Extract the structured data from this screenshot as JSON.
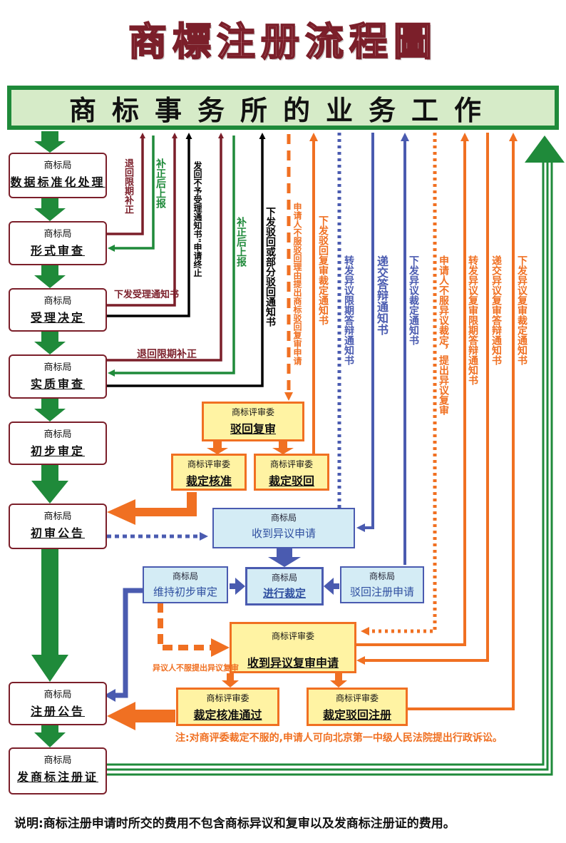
{
  "title": "商標注册流程圖",
  "banner": "商标事务所的业务工作",
  "colors": {
    "green": "#1f8a3a",
    "maroon": "#7b1f2a",
    "orange": "#f07022",
    "blue": "#4a5bb0",
    "black": "#000000",
    "banner_bg": "#d6ebc8",
    "yellow_box": "#fff3a3",
    "blue_box": "#d4ecf5"
  },
  "left_steps": [
    {
      "org": "商标局",
      "name": "数据标准化处理"
    },
    {
      "org": "商标局",
      "name": "形式审查"
    },
    {
      "org": "商标局",
      "name": "受理决定"
    },
    {
      "org": "商标局",
      "name": "实质审查"
    },
    {
      "org": "商标局",
      "name": "初步审定"
    },
    {
      "org": "商标局",
      "name": "初审公告"
    },
    {
      "org": "商标局",
      "name": "注册公告"
    },
    {
      "org": "商标局",
      "name": "发商标注册证"
    }
  ],
  "review_boxes": {
    "reject_review": {
      "org": "商标评审委",
      "name": "驳回复审"
    },
    "approve": {
      "org": "商标评审委",
      "name": "裁定核准"
    },
    "reject": {
      "org": "商标评审委",
      "name": "裁定驳回"
    },
    "opp_review_received": {
      "org": "商标评审委",
      "name": "收到异议复审申请"
    },
    "approve_pass": {
      "org": "商标评审委",
      "name": "裁定核准通过"
    },
    "reject_reg": {
      "org": "商标评审委",
      "name": "裁定驳回注册"
    }
  },
  "opposition_boxes": {
    "received": {
      "org": "商标局",
      "name": "收到异议申请"
    },
    "ruling": {
      "org": "商标局",
      "name": "进行裁定"
    },
    "maintain": {
      "org": "商标局",
      "name": "维持初步审定"
    },
    "reject_reg": {
      "org": "商标局",
      "name": "驳回注册申请"
    }
  },
  "labels": {
    "l1": "退回限期补正",
    "l2": "补正后上报",
    "l3": "发回不予受理通知书\"申请终止",
    "l4": "补正后上报",
    "l5": "下发驳回或部分驳回通知书",
    "l6": "申请人不服驳回理由提出商标驳回复审申请",
    "l7": "下发驳回复审裁定通知书",
    "l8": "转发异议限期答辩通知书",
    "l9": "递交答辩通知书",
    "l10": "下发异议裁定通知书",
    "l11": "申请人不服异议裁定，提出异议复审",
    "l12": "转发异议复审限期答辩通知书",
    "l13": "递交异议复审答辩通知书",
    "l14": "下发异议复审裁定通知书",
    "h1": "下发受理通知书",
    "h2": "退回限期补正",
    "h3": "异议人不服提出异议复审"
  },
  "note_court": "注:对商评委裁定不服的,申请人可向北京第一中级人民法院提出行政诉讼。",
  "note_bottom": "说明:商标注册申请时所交的费用不包含商标异议和复审以及发商标注册证的费用。"
}
